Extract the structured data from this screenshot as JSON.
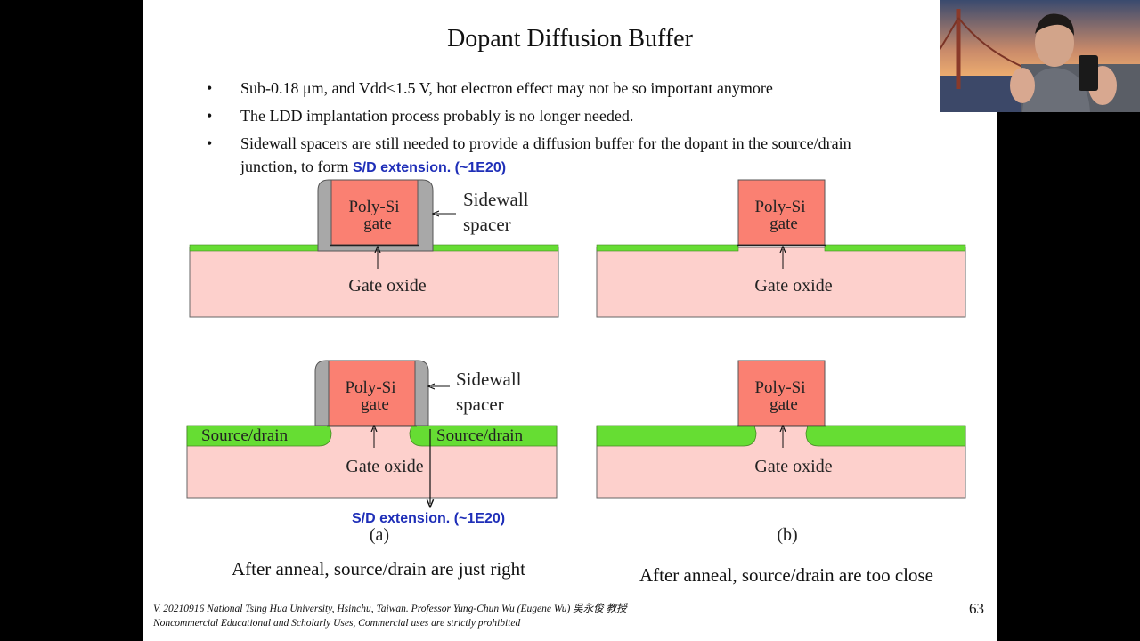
{
  "slide": {
    "title": "Dopant Diffusion Buffer",
    "bullets": [
      "Sub-0.18 μm, and Vdd<1.5 V, hot electron effect may not be so important anymore",
      "The LDD implantation process probably is no longer needed.",
      "Sidewall spacers are still needed to provide a diffusion buffer for the dopant in the source/drain junction, to form"
    ],
    "bullet_highlight": "S/D extension. (~1E20)",
    "bullet_marker": "•",
    "diagram": {
      "poly_label_line1": "Poly-Si",
      "poly_label_line2": "gate",
      "sidewall_line1": "Sidewall",
      "sidewall_line2": "spacer",
      "gate_oxide": "Gate oxide",
      "source_drain": "Source/drain",
      "sd_extension": "S/D extension. (~1E20)",
      "label_a": "(a)",
      "label_b": "(b)",
      "caption_a": "After anneal, source/drain are just right",
      "caption_b": "After anneal, source/drain are too close"
    },
    "footer_line1": "V. 20210916 National Tsing Hua University, Hsinchu, Taiwan. Professor Yung-Chun Wu (Eugene Wu) 吳永俊 教授",
    "footer_line2": "Noncommercial Educational and Scholarly Uses, Commercial uses are strictly prohibited",
    "page_number": "63"
  },
  "colors": {
    "substrate": "#fdd0cc",
    "poly": "#fa8072",
    "spacer": "#a8a8a8",
    "green": "#66dd33",
    "accent_blue": "#1f2fb8"
  }
}
